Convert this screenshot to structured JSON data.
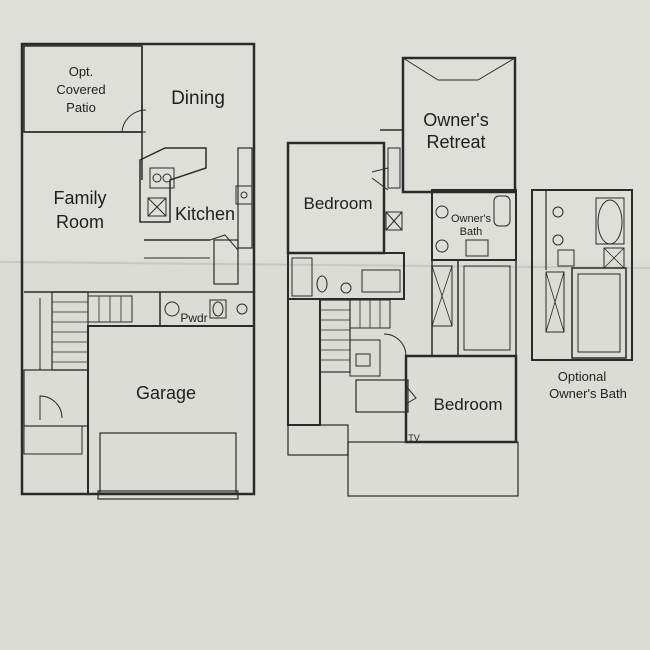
{
  "plan": {
    "first_floor": {
      "patio_line1": "Opt.",
      "patio_line2": "Covered",
      "patio_line3": "Patio",
      "dining": "Dining",
      "family_line1": "Family",
      "family_line2": "Room",
      "kitchen": "Kitchen",
      "powder": "Pwdr",
      "garage": "Garage"
    },
    "second_floor": {
      "owners_retreat_line1": "Owner's",
      "owners_retreat_line2": "Retreat",
      "owners_bath_line1": "Owner's",
      "owners_bath_line2": "Bath",
      "bedroom_upper": "Bedroom",
      "bedroom_lower": "Bedroom",
      "tv": "TV"
    },
    "optional_bath": {
      "line1": "Optional",
      "line2": "Owner's Bath"
    }
  }
}
